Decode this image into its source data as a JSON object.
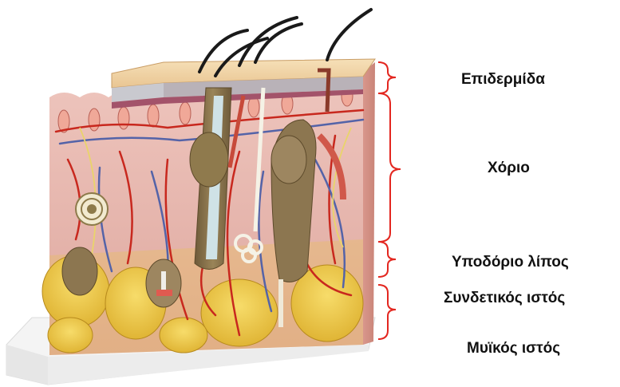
{
  "labels": {
    "epidermis": "Επιδερμίδα",
    "dermis": "Χόριο",
    "hypodermis": "Υποδόριο λίπος",
    "connective": "Συνδετικός ιστός",
    "muscle": "Μυϊκός ιστός"
  },
  "colors": {
    "bracket": "#e3261f",
    "text": "#111111",
    "dermis_fill": "#e5b3ab",
    "epidermis_fill": "#f1d3a6",
    "fat_fill": "#efc840",
    "artery": "#c8281e",
    "vein": "#5463a8",
    "nerve": "#e9d46a",
    "follicle": "#7d6846",
    "hair": "#1a1a1a",
    "base": "#f3f3f3"
  },
  "icons": [
    "skin-cross-section-model",
    "hair-icon",
    "hair-follicle-icon",
    "sweat-gland-icon",
    "sebaceous-gland-icon",
    "pacinian-corpuscle-icon"
  ]
}
